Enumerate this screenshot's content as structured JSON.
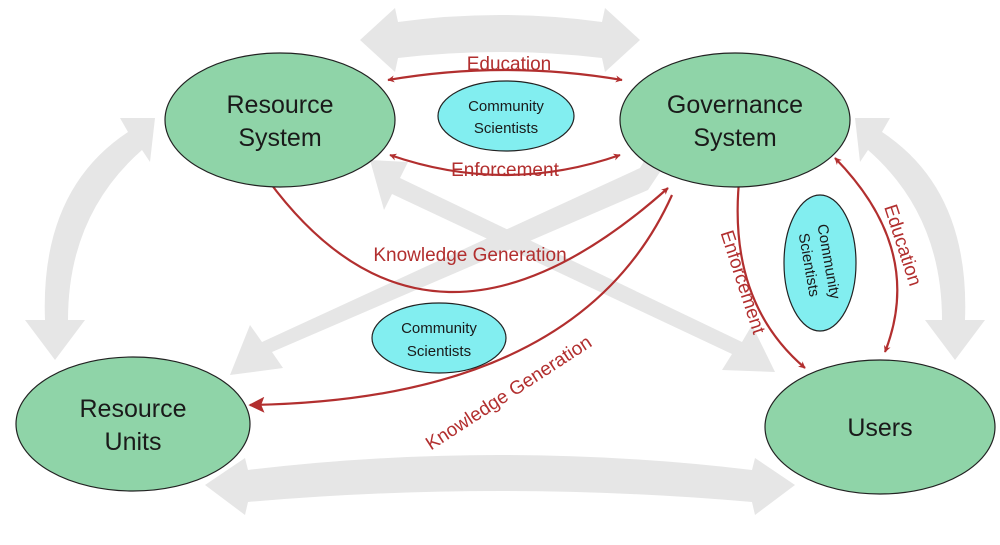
{
  "nodes": {
    "resource_system": {
      "line1": "Resource",
      "line2": "System"
    },
    "governance_system": {
      "line1": "Governance",
      "line2": "System"
    },
    "resource_units": {
      "line1": "Resource",
      "line2": "Units"
    },
    "users": {
      "label": "Users"
    }
  },
  "community_scientists": {
    "top": {
      "line1": "Community",
      "line2": "Scientists"
    },
    "center": {
      "line1": "Community",
      "line2": "Scientists"
    },
    "right": {
      "line1": "Community",
      "line2": "Scientists"
    }
  },
  "relations": {
    "education_top": "Education",
    "enforcement_top": "Enforcement",
    "knowledge_generation_curve": "Knowledge Generation",
    "knowledge_generation_diagonal": "Knowledge Generation",
    "enforcement_right": "Enforcement",
    "education_right": "Education"
  },
  "colors": {
    "main_node": "#8fd4a8",
    "community_node": "#82eef0",
    "relation_arrow": "#b22f2f",
    "background_arrow": "#e6e6e6"
  }
}
